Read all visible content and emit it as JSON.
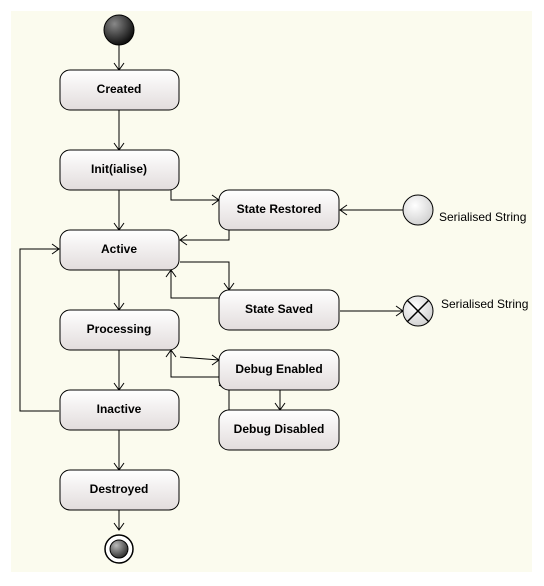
{
  "diagram": {
    "states": {
      "created": "Created",
      "init": "Init(ialise)",
      "active": "Active",
      "processing": "Processing",
      "inactive": "Inactive",
      "destroyed": "Destroyed",
      "state_restored": "State Restored",
      "state_saved": "State Saved",
      "debug_enabled": "Debug Enabled",
      "debug_disabled": "Debug Disabled"
    },
    "labels": {
      "restored_source": "Serialised String",
      "saved_sink": "Serialised String"
    },
    "colors": {
      "canvas": "#fbfbee",
      "node_fill_top": "#ffffff",
      "node_fill_bottom": "#e3dede",
      "stroke": "#000000"
    }
  }
}
